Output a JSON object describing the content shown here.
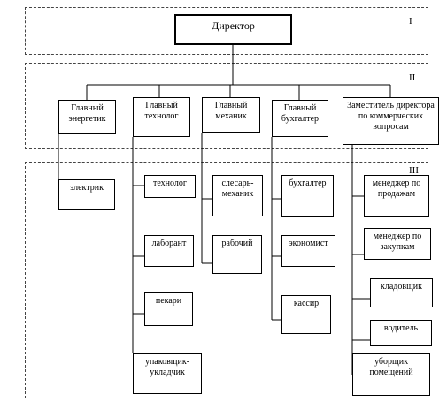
{
  "levels": {
    "level_1": "I",
    "level_2": "II",
    "level_3": "III"
  },
  "director": "Директор",
  "heads": {
    "energetic": "Главный\nэнергетик",
    "technologist": "Главный\nтехнолог",
    "mechanic": "Главный\nмеханик",
    "accountant": "Главный\nбухгалтер",
    "deputy": "Заместитель директора\nпо коммерческих\nвопросам"
  },
  "staff": {
    "electrician": "электрик",
    "technologist": "технолог",
    "lab_assistant": "лаборант",
    "bakers": "пекари",
    "packer": "упаковщик-\nукладчик",
    "fitter_mechanic": "слесарь-\nмеханик",
    "worker": "рабочий",
    "bookkeeper": "бухгалтер",
    "economist": "экономист",
    "cashier": "кассир",
    "sales_manager": "менеджер по\nпродажам",
    "purchase_manager": "менеджер по\nзакупкам",
    "storekeeper": "кладовщик",
    "driver": "водитель",
    "cleaner": "уборщик\nпомещений"
  }
}
